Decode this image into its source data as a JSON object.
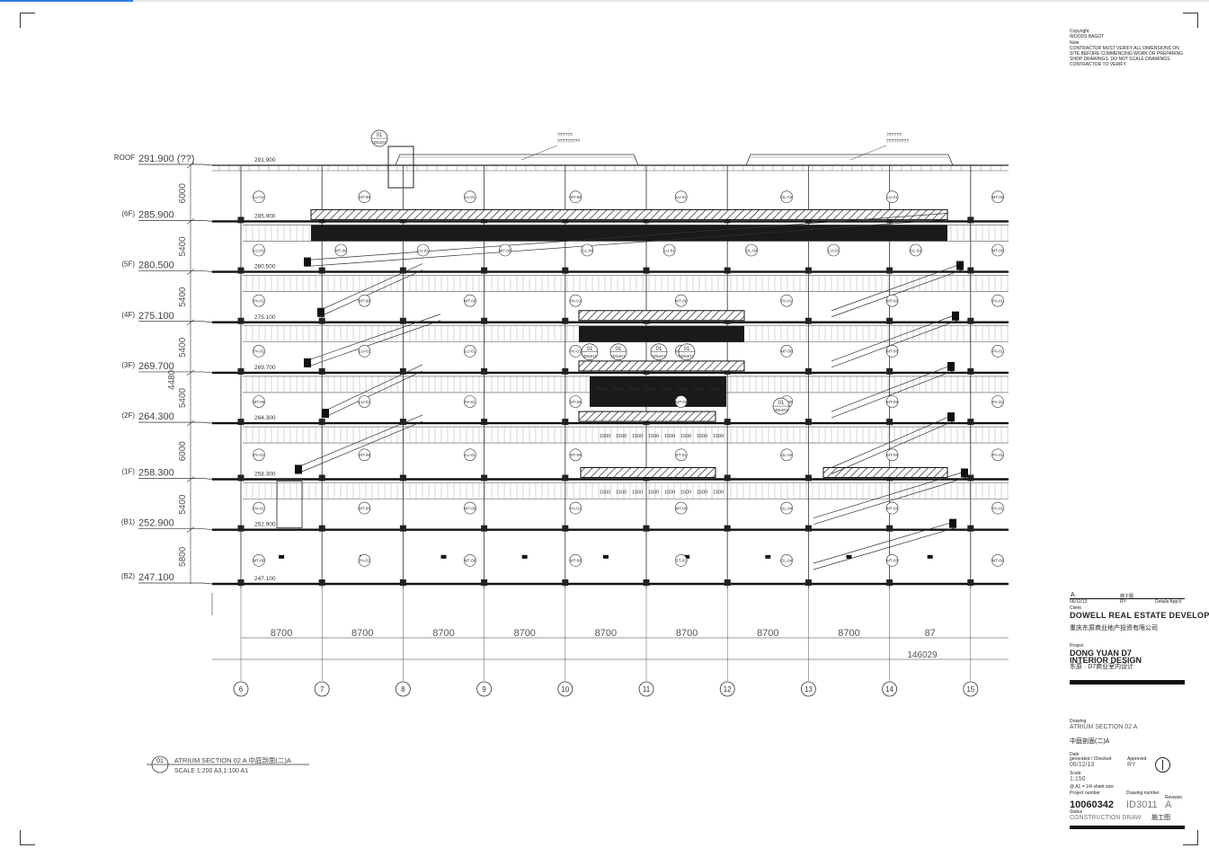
{
  "viewer": {
    "progress": 0.11
  },
  "levels": [
    {
      "tag": "ROOF",
      "value": "291.900  (??)",
      "sub": "291.900",
      "y": 291.9
    },
    {
      "tag": "(6F)",
      "value": "285.900",
      "sub": "285.900",
      "y": 285.9
    },
    {
      "tag": "(5F)",
      "value": "280.500",
      "sub": "280.500",
      "y": 280.5
    },
    {
      "tag": "(4F)",
      "value": "275.100",
      "sub": "275.100",
      "y": 275.1
    },
    {
      "tag": "(3F)",
      "value": "269.700",
      "sub": "269.700",
      "y": 269.7
    },
    {
      "tag": "(2F)",
      "value": "264.300",
      "sub": "264.300",
      "y": 264.3
    },
    {
      "tag": "(1F)",
      "value": "258.300",
      "sub": "258.300",
      "y": 258.3
    },
    {
      "tag": "(B1)",
      "value": "252.900",
      "sub": "252.900",
      "y": 252.9
    },
    {
      "tag": "(B2)",
      "value": "247.100",
      "sub": "247.100",
      "y": 247.1
    }
  ],
  "storey_heights": [
    "6000",
    "5400",
    "5400",
    "5400",
    "5400",
    "6000",
    "5400",
    "5800"
  ],
  "extra_height": "4480",
  "grid_axes": [
    "6",
    "7",
    "8",
    "9",
    "10",
    "11",
    "12",
    "13",
    "14",
    "15"
  ],
  "bay_spacing": "8700",
  "bay_labels": [
    "8700",
    "8700",
    "8700",
    "8700",
    "8700",
    "8700",
    "8700",
    "8700",
    "87"
  ],
  "overall_dimension": "146029",
  "callouts": {
    "top": {
      "num": "01",
      "ref": "ID5102"
    },
    "row": [
      {
        "num": "01",
        "ref": "ID5401"
      },
      {
        "num": "01",
        "ref": "ID5401"
      },
      {
        "num": "01",
        "ref": "ID5401"
      },
      {
        "num": "01",
        "ref": "ID5401"
      }
    ],
    "right": {
      "num": "01",
      "ref": "ID5402"
    }
  },
  "modules": "1500",
  "tag_rows": [
    [
      "LU-01",
      "MT-06",
      "LU-01",
      "MT-06",
      "LU-01",
      "GL-03",
      "LU-01",
      "MT-06"
    ],
    [
      "LU-01",
      "MT-06",
      "LU-01",
      "MT-06",
      "GL-04",
      "LU-01",
      "GL-04",
      "LU-01",
      "GL-04",
      "MT-06"
    ],
    [
      "PA-01",
      "MT-06",
      "MT-06",
      "PA-01",
      "MT-06",
      "PA-01",
      "MT-06",
      "PA-01"
    ],
    [
      "PA-01",
      "LU-01",
      "LU-01",
      "PA-01",
      "MT-06",
      "MT-06",
      "MT-06",
      "PA-01"
    ],
    [
      "MT-06",
      "LU-01",
      "PA-01",
      "MT-06",
      "MT-06",
      "MT-06",
      "MT-06",
      "PA-01"
    ],
    [
      "PA-01",
      "MT-06",
      "LU-01",
      "MT-06",
      "ST-01",
      "GL-04",
      "MT-06",
      "PA-01"
    ],
    [
      "PA-01",
      "MT-06",
      "MT-06",
      "PA-01",
      "MT-06",
      "GL-04",
      "MT-06",
      "PA-01"
    ],
    [
      "MT-06",
      "PA-01",
      "MT-06",
      "MT-06",
      "ST-01",
      "GL-04",
      "MT-06",
      "MT-06"
    ]
  ],
  "notes_top": [
    {
      "label": "??????",
      "sub": "?????????"
    },
    {
      "label": "??????",
      "sub": "?????????"
    }
  ],
  "section_title": {
    "num": "01",
    "line1": "ATRIUM  SECTION  02  A   中庭剖面(二)A",
    "line2": "SCALE 1:200  A3,1:100  A1"
  },
  "title_block": {
    "copyright_label": "Copyright",
    "copyright_value": "WOODS  BAGOT",
    "note_label": "Note",
    "note_lines": [
      "CONTRACTOR  MUST  VERIFY  ALL  DIMENSIONS  ON",
      "SITE  BEFORE  COMMENCING  WORK  OR  PREPARING",
      "SHOP DRAWINGS. DO NOT SCALE DRAWINGS.",
      "CONTRACTOR TO VERIFY"
    ],
    "rev_letter": "A",
    "rev_desc": "施工图",
    "rev_date": "06/12/13",
    "rev_by": "RY",
    "rev_headers": "Details  App'd",
    "client_label": "Client",
    "client_en": "DOWELL  REAL  ESTATE  DEVELOPME",
    "client_cn": "重庆东原商业地产投资有限公司",
    "project_label": "Project",
    "project_line1": "DONG  YUAN  D7",
    "project_line2": "INTERIOR  DESIGN",
    "project_cn": "东原 · D7商业室内设计",
    "drawing_label": "Drawing",
    "drawing_en": "ATRIUM  SECTION  02  A",
    "drawing_cn": "中庭剖面(二)A",
    "date_label": "Date",
    "generated_label": "generated / Checked",
    "approved_label": "Approved",
    "date_value": "06/12/13",
    "checked_value": "RY",
    "scale_label": "Scale",
    "scale_value": "1:150",
    "sheet_note": "@ A1 = 1/4 sheet size",
    "project_number_label": "Project number",
    "drawing_number_label": "Drawing number",
    "revision_label": "Revision",
    "project_number": "10060342",
    "drawing_number": "ID3011",
    "revision": "A",
    "status_label": "Status",
    "status_en": "CONSTRUCTION  DRAW",
    "status_cn": "施工图"
  }
}
